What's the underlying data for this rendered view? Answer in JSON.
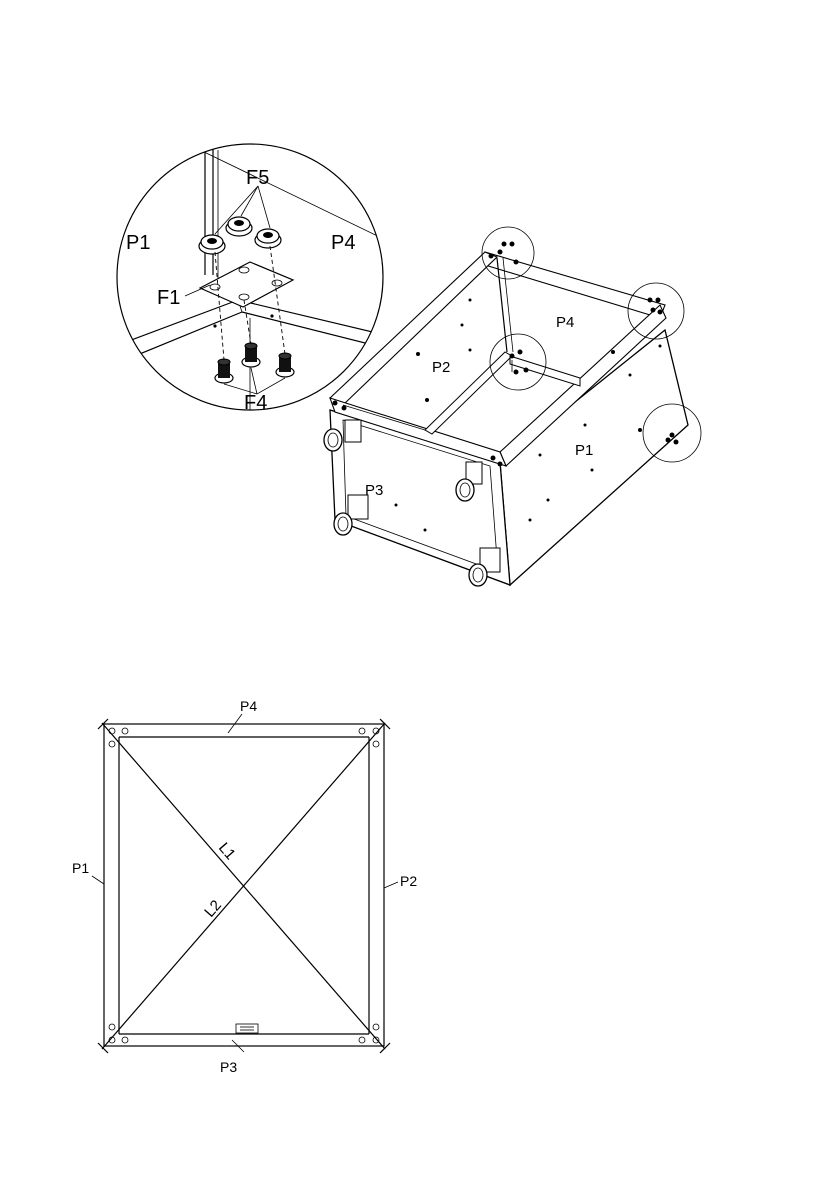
{
  "detail": {
    "labels": {
      "p1": "P1",
      "p4": "P4",
      "f1": "F1",
      "f4": "F4",
      "f5": "F5"
    }
  },
  "cabinet": {
    "labels": {
      "p1": "P1",
      "p2": "P2",
      "p3": "P3",
      "p4": "P4"
    }
  },
  "frame": {
    "labels": {
      "p1": "P1",
      "p2": "P2",
      "p3": "P3",
      "p4": "P4",
      "l1": "L1",
      "l2": "L2"
    }
  }
}
